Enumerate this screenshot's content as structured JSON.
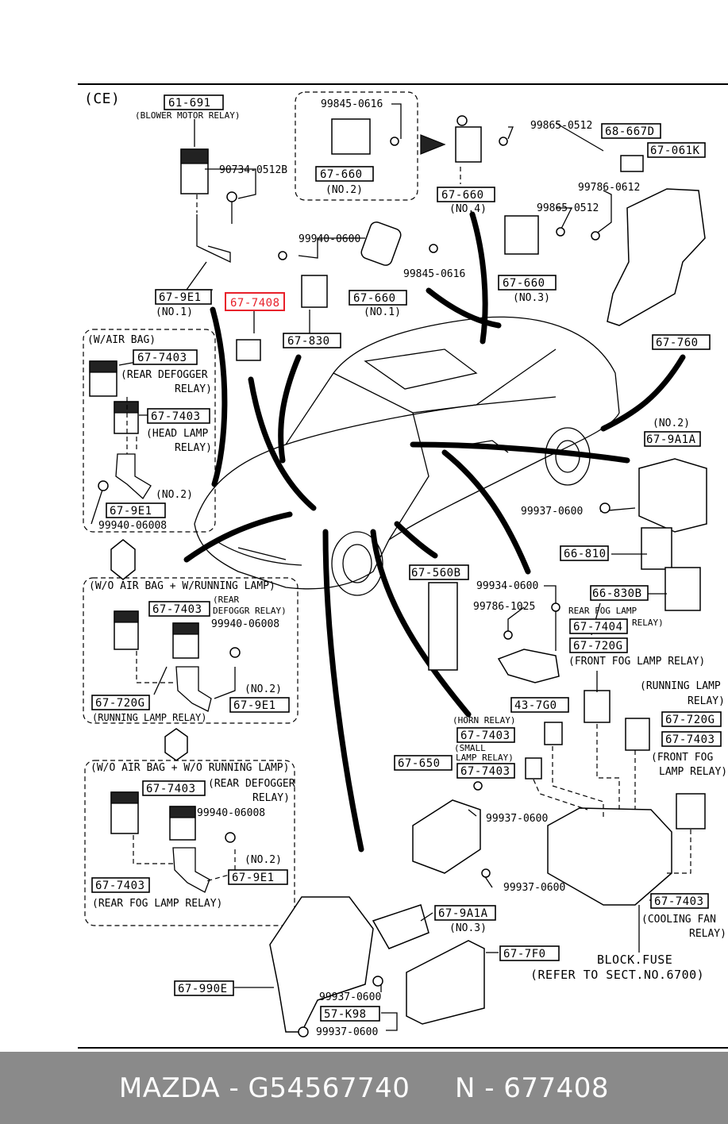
{
  "diagram": {
    "region_label": "(CE)",
    "part_numbers": {
      "p_61_691": "61-691",
      "p_67_660_a": "67-660",
      "p_67_660_b": "67-660",
      "p_67_660_c": "67-660",
      "p_67_660_d": "67-660",
      "p_68_667d": "68-667D",
      "p_67_061k": "67-061K",
      "p_67_9e1_a": "67-9E1",
      "p_67_7408": "67-7408",
      "p_67_830": "67-830",
      "p_67_760": "67-760",
      "p_67_7403_a": "67-7403",
      "p_67_7403_b": "67-7403",
      "p_67_9e1_b": "67-9E1",
      "p_67_9a1a_a": "67-9A1A",
      "p_66_810": "66-810",
      "p_67_560b": "67-560B",
      "p_66_830b": "66-830B",
      "p_67_7404": "67-7404",
      "p_67_720g_a": "67-720G",
      "p_67_7403_c": "67-7403",
      "p_67_720g_b": "67-720G",
      "p_67_9e1_c": "67-9E1",
      "p_43_7g0": "43-7G0",
      "p_67_720g_c": "67-720G",
      "p_67_7403_d": "67-7403",
      "p_67_7403_e": "67-7403",
      "p_67_650": "67-650",
      "p_67_7403_f": "67-7403",
      "p_67_7403_g": "67-7403",
      "p_67_7403_h": "67-7403",
      "p_67_9e1_d": "67-9E1",
      "p_67_9a1a_b": "67-9A1A",
      "p_67_990e": "67-990E",
      "p_67_7f0": "67-7F0",
      "p_57_k98": "57-K98"
    },
    "bolt_numbers": {
      "b_99845_0616_a": "99845-0616",
      "b_99865_0512_a": "99865-0512",
      "b_90734_0512b": "90734-0512B",
      "b_99786_0612": "99786-0612",
      "b_99865_0512_b": "99865-0512",
      "b_99940_0600": "99940-0600",
      "b_99845_0616_b": "99845-0616",
      "b_99940_06008_a": "99940-06008",
      "b_99937_0600_a": "99937-0600",
      "b_99934_0600": "99934-0600",
      "b_99786_1025": "99786-1025",
      "b_99940_06008_b": "99940-06008",
      "b_99937_0600_b": "99937-0600",
      "b_99940_06008_c": "99940-06008",
      "b_99937_0600_c": "99937-0600",
      "b_99937_0600_d": "99937-0600",
      "b_99937_0600_e": "99937-0600"
    },
    "labels": {
      "blower_motor_relay": "(BLOWER MOTOR RELAY)",
      "no2_a": "(NO.2)",
      "no4": "(NO.4)",
      "no3_a": "(NO.3)",
      "no1_a": "(NO.1)",
      "no1_b": "(NO.1)",
      "w_air_bag": "(W/AIR BAG)",
      "rear_defogger_relay_a1": "(REAR DEFOGGER",
      "rear_defogger_relay_a2": "RELAY)",
      "head_lamp_relay_1": "(HEAD LAMP",
      "head_lamp_relay_2": "RELAY)",
      "no2_b": "(NO.2)",
      "wo_air_bag_w_running": "(W/O AIR BAG + W/RUNNING LAMP)",
      "rear_defoggr_relay_1": "(REAR",
      "rear_defoggr_relay_2": "DEFOGGR RELAY)",
      "no2_c": "(NO.2)",
      "running_lamp_relay_a": "(RUNNING LAMP RELAY)",
      "wo_air_bag_wo_running": "(W/O AIR BAG + W/O RUNNING LAMP)",
      "rear_defogger_relay_b1": "(REAR DEFOGGER",
      "rear_defogger_relay_b2": "RELAY)",
      "no2_d": "(NO.2)",
      "rear_fog_lamp_relay_a": "(REAR FOG LAMP RELAY)",
      "no2_e": "(NO.2)",
      "rear_fog_lamp_relay_b1": "REAR FOG LAMP",
      "rear_fog_lamp_relay_b2": "RELAY)",
      "front_fog_lamp_relay_a": "(FRONT FOG LAMP RELAY)",
      "running_lamp_relay_b1": "(RUNNING LAMP",
      "running_lamp_relay_b2": "RELAY)",
      "front_fog_b1": "(FRONT FOG",
      "front_fog_b2": "LAMP RELAY)",
      "horn_relay": "(HORN RELAY)",
      "small_lamp_relay_1": "(SMALL",
      "small_lamp_relay_2": "LAMP RELAY)",
      "cooling_fan_relay_1": "(COOLING FAN",
      "cooling_fan_relay_2": "RELAY)",
      "no3_b": "(NO.3)",
      "block_fuse": "BLOCK.FUSE",
      "refer_sect": "(REFER TO SECT.NO.6700)"
    },
    "highlight_color": "#e8202a"
  },
  "footer": {
    "text": "MAZDA - G54567740     N - 677408"
  }
}
